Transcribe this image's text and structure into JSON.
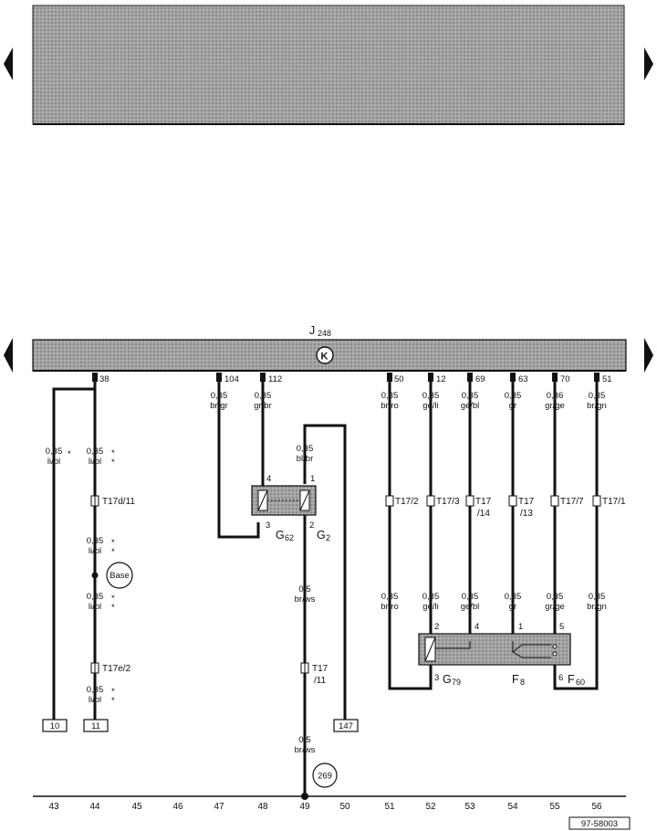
{
  "control_unit": {
    "name": "J",
    "subscript": "248",
    "symbol": "K"
  },
  "pins": [
    "38",
    "104",
    "112",
    "50",
    "12",
    "69",
    "63",
    "70",
    "51"
  ],
  "left_wires": {
    "labels": [
      [
        "0,35",
        "li/bl"
      ],
      [
        "0,35",
        "li/bl"
      ],
      [
        "0,35",
        "li/bl"
      ],
      [
        "0,35",
        "li/bl"
      ],
      [
        "0,35",
        "li/bl"
      ]
    ],
    "star": "*",
    "connector_a": "T17d/11",
    "connector_b": "T17e/2",
    "splice": "Base",
    "ref_10": "10",
    "ref_11": "11"
  },
  "g62_block": {
    "wire_104": [
      "0,35",
      "br/gr"
    ],
    "wire_112": [
      "0,35",
      "gr/br"
    ],
    "wire_g2": [
      "0,35",
      "bl/br"
    ],
    "pin4": "4",
    "pin3": "3",
    "pin1": "1",
    "pin2": "2",
    "g62": "G",
    "g62_sub": "62",
    "g2": "G",
    "g2_sub": "2",
    "lower_wire": [
      "0,5",
      "br/ws"
    ],
    "connector": "T17",
    "connector_sub": "/11",
    "bottom_wire": [
      "0,5",
      "br/ws"
    ],
    "ref_269": "269",
    "ref_147": "147"
  },
  "right_wires": {
    "top": [
      [
        "0,35",
        "br/ro"
      ],
      [
        "0,35",
        "ge/li"
      ],
      [
        "0,35",
        "ge/bl"
      ],
      [
        "0,35",
        "gr"
      ],
      [
        "0,36",
        "gr/ge"
      ],
      [
        "0,35",
        "br/gn"
      ]
    ],
    "connectors": [
      "T17/2",
      "T17/3",
      "T17",
      "T17",
      "T17/7",
      "T17/1"
    ],
    "connector_subs": [
      "/14",
      "/13"
    ],
    "bottom": [
      [
        "0,35",
        "br/ro"
      ],
      [
        "0,35",
        "ge/li"
      ],
      [
        "0,35",
        "ge/bl"
      ],
      [
        "0,35",
        "gr"
      ],
      [
        "0,35",
        "gr/ge"
      ],
      [
        "0,35",
        "br/gn"
      ]
    ],
    "pins": [
      "2",
      "4",
      "1",
      "5",
      "3",
      "6"
    ],
    "g79": "G",
    "g79_sub": "79",
    "f8": "F",
    "f8_sub": "8",
    "f60": "F",
    "f60_sub": "60"
  },
  "axis": [
    "43",
    "44",
    "45",
    "46",
    "47",
    "48",
    "49",
    "50",
    "51",
    "52",
    "53",
    "54",
    "55",
    "56"
  ],
  "figure_id": "97-58003",
  "colors": {
    "ink": "#111111",
    "paper": "#ffffff",
    "shade": "#9d9d9d"
  }
}
